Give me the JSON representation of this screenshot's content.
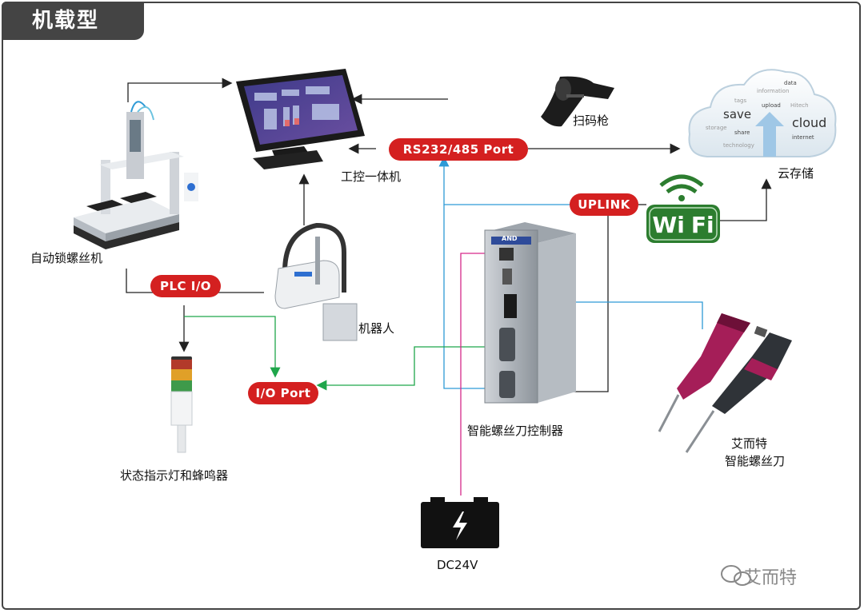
{
  "title": "机载型",
  "pills": {
    "serial_port": "RS232/485 Port",
    "uplink": "UPLINK",
    "plc_io": "PLC I/O",
    "io_port": "I/O Port"
  },
  "labels": {
    "industrial_pc": "工控一体机",
    "scanner": "扫码枪",
    "cloud_storage": "云存储",
    "screw_machine": "自动锁螺丝机",
    "robot": "机器人",
    "controller": "智能螺丝刀控制器",
    "screwdriver_line1": "艾而特",
    "screwdriver_line2": "智能螺丝刀",
    "tower_light": "状态指示灯和蜂鸣器",
    "battery": "DC24V"
  },
  "cloud_words": {
    "save": "save",
    "cloud": "cloud",
    "data": "data",
    "information": "information",
    "tags": "tags",
    "upload": "upload",
    "hitech": "Hitech",
    "storage": "storage",
    "share": "share",
    "technology": "technology",
    "internet": "internet"
  },
  "wifi": {
    "text_w": "Wi",
    "text_f": "Fi"
  },
  "controller_brand": "AND",
  "watermark": "艾而特",
  "colors": {
    "pill_red": "#d42020",
    "wire_black": "#222222",
    "wire_blue": "#2e9ad6",
    "wire_green": "#1fa64a",
    "wire_pink": "#d6288a",
    "wifi_green": "#2c7d2f"
  }
}
